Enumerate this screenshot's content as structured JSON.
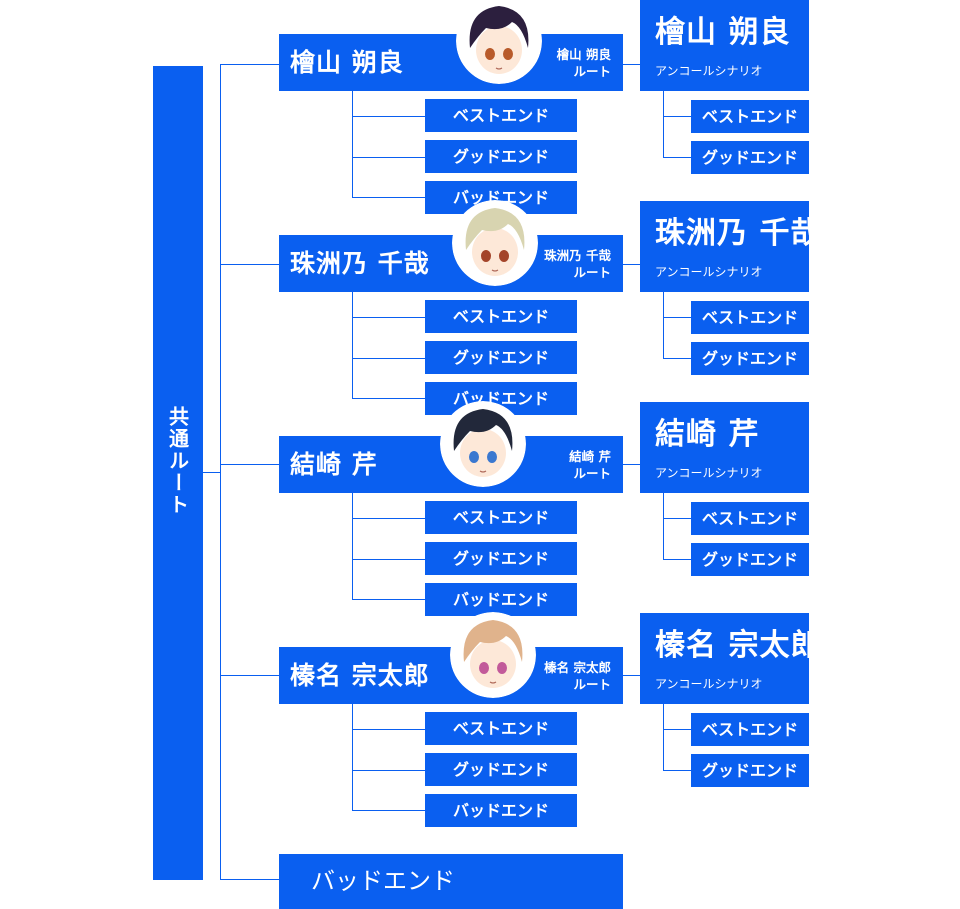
{
  "common_route": {
    "label": "共通ルート"
  },
  "routes": [
    {
      "name": "檜山 朔良",
      "sub_name": "檜山 朔良",
      "sub_route": "ルート",
      "endings": [
        "ベストエンド",
        "グッドエンド",
        "バッドエンド"
      ],
      "encore": {
        "name": "檜山 朔良",
        "sub": "アンコールシナリオ",
        "endings": [
          "ベストエンド",
          "グッドエンド"
        ]
      },
      "avatar": {
        "hair_color": "#2c1f3e",
        "eye_color": "#b85a2a"
      }
    },
    {
      "name": "珠洲乃 千哉",
      "sub_name": "珠洲乃 千哉",
      "sub_route": "ルート",
      "endings": [
        "ベストエンド",
        "グッドエンド",
        "バッドエンド"
      ],
      "encore": {
        "name": "珠洲乃 千哉",
        "sub": "アンコールシナリオ",
        "endings": [
          "ベストエンド",
          "グッドエンド"
        ]
      },
      "avatar": {
        "hair_color": "#d8d4b0",
        "eye_color": "#a4442a"
      }
    },
    {
      "name": "結崎 芹",
      "sub_name": "結崎 芹",
      "sub_route": "ルート",
      "endings": [
        "ベストエンド",
        "グッドエンド",
        "バッドエンド"
      ],
      "encore": {
        "name": "結崎 芹",
        "sub": "アンコールシナリオ",
        "endings": [
          "ベストエンド",
          "グッドエンド"
        ]
      },
      "avatar": {
        "hair_color": "#22283a",
        "eye_color": "#3a78d0"
      }
    },
    {
      "name": "榛名 宗太郎",
      "sub_name": "榛名 宗太郎",
      "sub_route": "ルート",
      "endings": [
        "ベストエンド",
        "グッドエンド",
        "バッドエンド"
      ],
      "encore": {
        "name": "榛名 宗太郎",
        "sub": "アンコールシナリオ",
        "endings": [
          "ベストエンド",
          "グッドエンド"
        ]
      },
      "avatar": {
        "hair_color": "#e0b38c",
        "eye_color": "#c25a9a"
      }
    }
  ],
  "final_bad_end": "バッドエンド",
  "colors": {
    "accent": "#0a5ff0",
    "text": "#ffffff"
  }
}
